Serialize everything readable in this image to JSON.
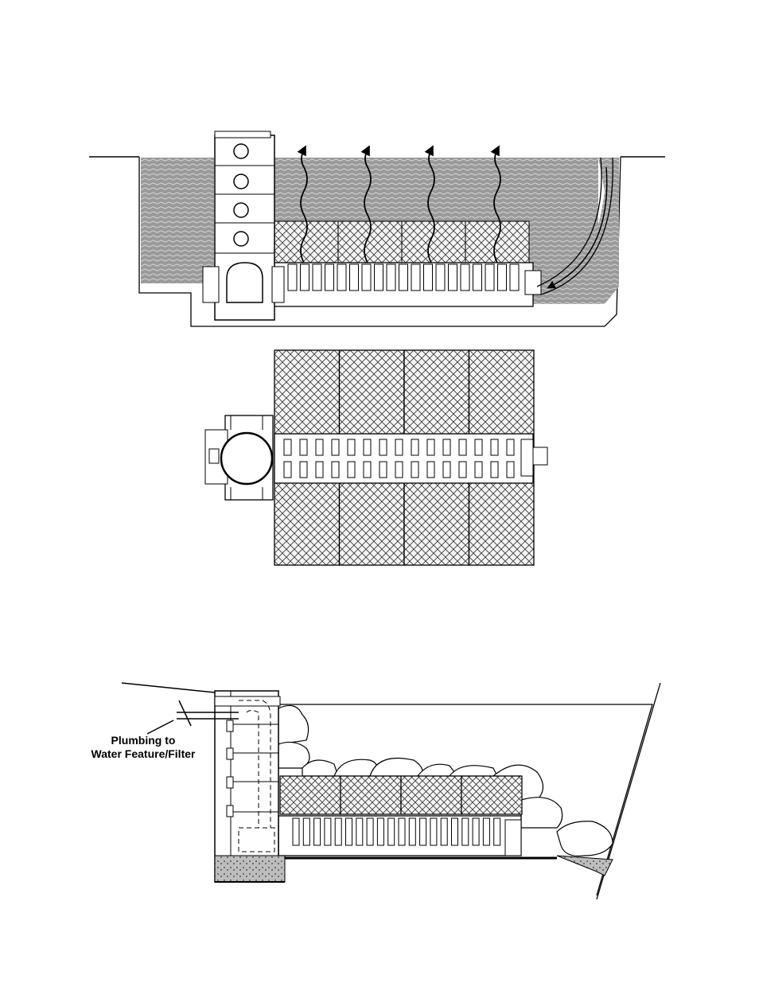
{
  "figures": {
    "top": {
      "description_hidden": true
    },
    "middle": {},
    "bottom": {
      "callout_line1": "Plumbing to",
      "callout_line2": "Water Feature/Filter"
    }
  },
  "counts": {
    "cubes_per_row": 4,
    "flow_arrows": 4
  }
}
